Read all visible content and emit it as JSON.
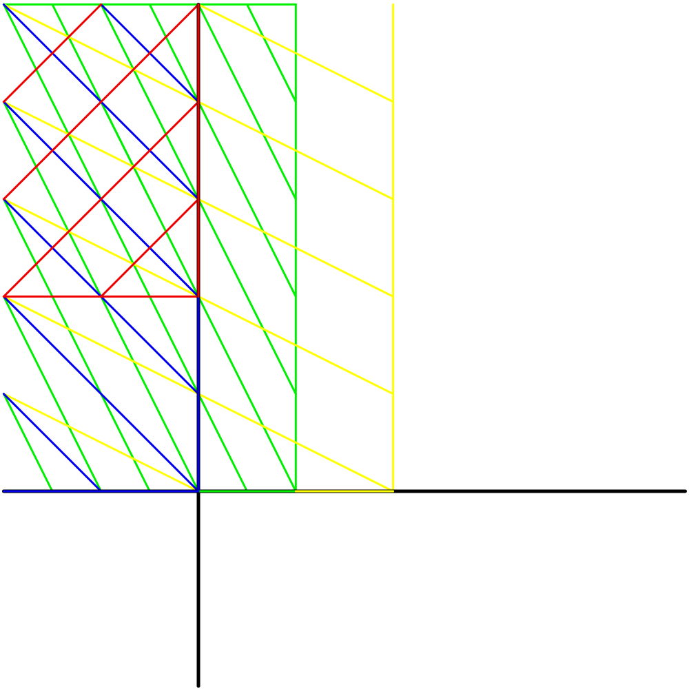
{
  "colors": {
    "background": "#ffffff",
    "axes": "#000000",
    "green": "#00ee00",
    "yellow": "#ffff00",
    "blue": "#0000ee",
    "red": "#ee0000"
  },
  "diagram": {
    "axes": [
      {
        "name": "x-axis",
        "from": [
          -2,
          0
        ],
        "to": [
          5,
          0
        ]
      },
      {
        "name": "y-axis",
        "from": [
          0,
          5
        ],
        "to": [
          0,
          -2
        ]
      }
    ],
    "families": [
      {
        "name": "green-lines",
        "color_key": "green",
        "segments": [
          [
            [
              -2,
              5
            ],
            [
              -1.5,
              5
            ]
          ],
          [
            [
              -1.5,
              5
            ],
            [
              -1,
              5
            ]
          ],
          [
            [
              -1,
              5
            ],
            [
              -0.5,
              5
            ]
          ],
          [
            [
              -0.5,
              5
            ],
            [
              0,
              5
            ]
          ],
          [
            [
              0,
              5
            ],
            [
              0.5,
              5
            ]
          ],
          [
            [
              0.5,
              5
            ],
            [
              1,
              5
            ]
          ],
          [
            [
              0,
              0
            ],
            [
              1,
              0
            ]
          ],
          [
            [
              1,
              0
            ],
            [
              1,
              5
            ]
          ],
          [
            [
              -2,
              5
            ],
            [
              -1,
              3
            ]
          ],
          [
            [
              -1.5,
              5
            ],
            [
              -0.5,
              3
            ]
          ],
          [
            [
              -1,
              5
            ],
            [
              0,
              3
            ]
          ],
          [
            [
              -0.5,
              5
            ],
            [
              0,
              4
            ]
          ],
          [
            [
              0,
              5
            ],
            [
              1,
              3
            ]
          ],
          [
            [
              0.5,
              5
            ],
            [
              1,
              4
            ]
          ],
          [
            [
              -2,
              4
            ],
            [
              -1,
              2
            ]
          ],
          [
            [
              -1,
              4
            ],
            [
              0,
              2
            ]
          ],
          [
            [
              0,
              4
            ],
            [
              1,
              2
            ]
          ],
          [
            [
              -2,
              3
            ],
            [
              -1,
              1
            ]
          ],
          [
            [
              -1,
              3
            ],
            [
              0,
              1
            ]
          ],
          [
            [
              0,
              3
            ],
            [
              1,
              1
            ]
          ],
          [
            [
              -2,
              2
            ],
            [
              -1,
              0
            ]
          ],
          [
            [
              -1,
              2
            ],
            [
              0,
              0
            ]
          ],
          [
            [
              0,
              2
            ],
            [
              1,
              0
            ]
          ],
          [
            [
              -2,
              1
            ],
            [
              -1.5,
              0
            ]
          ],
          [
            [
              -1,
              1
            ],
            [
              -0.5,
              0
            ]
          ],
          [
            [
              0,
              1
            ],
            [
              0.5,
              0
            ]
          ]
        ]
      },
      {
        "name": "yellow-lines",
        "color_key": "yellow",
        "segments": [
          [
            [
              1,
              0
            ],
            [
              2,
              0
            ]
          ],
          [
            [
              2,
              0
            ],
            [
              2,
              5
            ]
          ],
          [
            [
              -2,
              5
            ],
            [
              0,
              4
            ]
          ],
          [
            [
              0,
              4
            ],
            [
              2,
              3
            ]
          ],
          [
            [
              0,
              5
            ],
            [
              2,
              4
            ]
          ],
          [
            [
              -2,
              4
            ],
            [
              0,
              3
            ]
          ],
          [
            [
              0,
              3
            ],
            [
              2,
              2
            ]
          ],
          [
            [
              -2,
              3
            ],
            [
              0,
              2
            ]
          ],
          [
            [
              0,
              2
            ],
            [
              2,
              1
            ]
          ],
          [
            [
              -2,
              2
            ],
            [
              0,
              1
            ]
          ],
          [
            [
              0,
              1
            ],
            [
              2,
              0
            ]
          ],
          [
            [
              -2,
              1
            ],
            [
              0,
              0
            ]
          ]
        ]
      },
      {
        "name": "blue-lines",
        "color_key": "blue",
        "segments": [
          [
            [
              -2,
              0
            ],
            [
              0,
              0
            ]
          ],
          [
            [
              0,
              0
            ],
            [
              0,
              2
            ]
          ],
          [
            [
              -2,
              5
            ],
            [
              0,
              3
            ]
          ],
          [
            [
              -1,
              5
            ],
            [
              0,
              4
            ]
          ],
          [
            [
              -2,
              4
            ],
            [
              0,
              2
            ]
          ],
          [
            [
              -2,
              3
            ],
            [
              0,
              1
            ]
          ],
          [
            [
              -2,
              2
            ],
            [
              0,
              0
            ]
          ],
          [
            [
              -2,
              1
            ],
            [
              -1,
              0
            ]
          ]
        ]
      },
      {
        "name": "red-lines",
        "color_key": "red",
        "segments": [
          [
            [
              -2,
              2
            ],
            [
              0,
              2
            ]
          ],
          [
            [
              0,
              2
            ],
            [
              0,
              5
            ]
          ],
          [
            [
              -2,
              4
            ],
            [
              -1,
              5
            ]
          ],
          [
            [
              -2,
              3
            ],
            [
              0,
              5
            ]
          ],
          [
            [
              -2,
              2
            ],
            [
              0,
              4
            ]
          ],
          [
            [
              -1,
              2
            ],
            [
              0,
              3
            ]
          ]
        ]
      }
    ]
  }
}
